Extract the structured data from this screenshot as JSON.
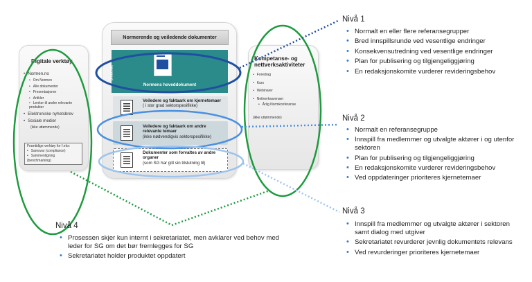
{
  "left_card": {
    "title": "Digitale verktøy",
    "items": [
      {
        "text": "Normen.no",
        "level": 0
      },
      {
        "text": "Om Normen",
        "level": 1
      },
      {
        "text": "Alle dokumenter",
        "level": 1
      },
      {
        "text": "Presentasjoner",
        "level": 1
      },
      {
        "text": "Artikler",
        "level": 1
      },
      {
        "text": "Lenker til andre relevante produkter",
        "level": 1
      },
      {
        "text": "Elektroniske nyhetsbrev",
        "level": 0
      },
      {
        "text": "Sosiale medier",
        "level": 0
      },
      {
        "text": "(ikke uttømmende)",
        "level": 2
      }
    ],
    "box_title": "Framtidige verktøy for f.eks:",
    "box_items": [
      "Samsvar (compliance)",
      "Sammenligning (benchmarking)"
    ]
  },
  "center_card": {
    "title": "Normerende og veiledende dokumenter",
    "main_doc_label": "Normens hoveddokument",
    "side_label": "Bindende",
    "row1": {
      "title": "Veiledere og faktaark om kjernetemaer",
      "sub": "( i stor grad sektorspesifikke)"
    },
    "row2": {
      "title": "Veiledere og faktaark om andre relevante temaer",
      "sub": "(ikke nødvendigvis sektorspesifikke)"
    },
    "row3": {
      "title": "Dokumenter som forvaltes av andre organer",
      "sub": "(som SG har gitt sin tilslutning til)"
    }
  },
  "right_card": {
    "title": "Kompetanse- og nettverksaktiviteter",
    "items": [
      {
        "text": "Foredrag",
        "level": 0
      },
      {
        "text": "Kurs",
        "level": 0
      },
      {
        "text": "Webinarer",
        "level": 0
      },
      {
        "text": "Nettverksarenaer",
        "level": 0
      },
      {
        "text": "Årlig Normkonferanse",
        "level": 1
      },
      {
        "text": "(ikke uttømmende)",
        "level": 2
      }
    ]
  },
  "levels": {
    "niva1": {
      "title": "Nivå 1",
      "items": [
        "Normalt en eller flere referansegrupper",
        "Bred innspillsrunde ved vesentlige endringer",
        "Konsekvensutredning ved vesentlige endringer",
        "Plan for publisering og tilgjengeliggjøring",
        "En redaksjonskomite vurderer revideringsbehov"
      ]
    },
    "niva2": {
      "title": "Nivå 2",
      "items": [
        "Normalt en referansegruppe",
        "Innspill fra medlemmer og utvalgte aktører i og utenfor sektoren",
        "Plan for publisering og tilgjengeliggjøring",
        "En redaksjonskomite vurderer revideringsbehov",
        "Ved oppdateringer prioriteres kjernetemaer"
      ]
    },
    "niva3": {
      "title": "Nivå 3",
      "items": [
        "Innspill fra medlemmer og utvalgte aktører i sektoren samt dialog med utgiver",
        "Sekretariatet revurderer jevnlig dokumentets relevans",
        "Ved revurderinger prioriteres kjernetemaer"
      ]
    },
    "niva4": {
      "title": "Nivå 4",
      "items": [
        "Prosessen skjer kun internt i sekretariatet, men avklarer ved behov med leder for SG om det bør fremlegges for SG",
        "Sekretariatet holder produktet oppdatert"
      ]
    }
  },
  "colors": {
    "green": "#1e9a3e",
    "dark_blue": "#1f4fa0",
    "mid_blue": "#4a8fe0",
    "light_blue": "#9cc4ef",
    "teal": "#2b8a8a",
    "bullet_blue": "#2e7bd6"
  }
}
